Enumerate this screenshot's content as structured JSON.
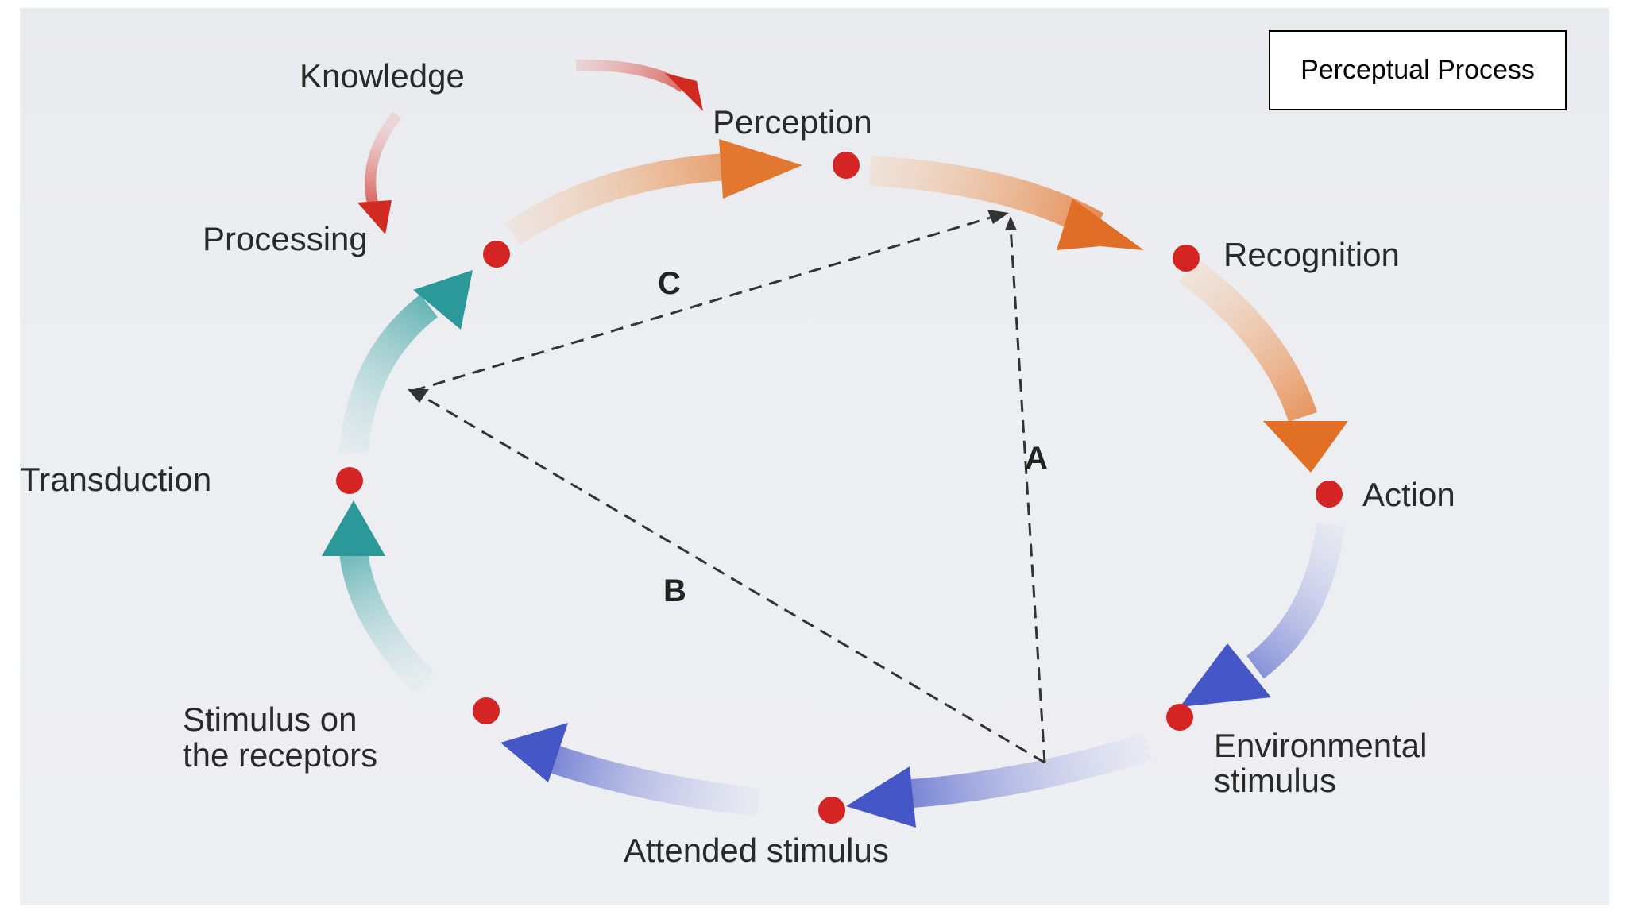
{
  "title": "Perceptual Process",
  "nodes": {
    "perception": "Perception",
    "recognition": "Recognition",
    "action": "Action",
    "environmental_1": "Environmental",
    "environmental_2": "stimulus",
    "attended": "Attended stimulus",
    "receptors_1": "Stimulus on",
    "receptors_2": "the receptors",
    "transduction": "Transduction",
    "processing": "Processing",
    "knowledge": "Knowledge"
  },
  "paths": {
    "a": "A",
    "b": "B",
    "c": "C"
  },
  "colors": {
    "orange": "#e07a2e",
    "teal": "#2a9a9a",
    "blue": "#4455c4",
    "red_arrow": "#d62a22",
    "node": "#d42424"
  }
}
